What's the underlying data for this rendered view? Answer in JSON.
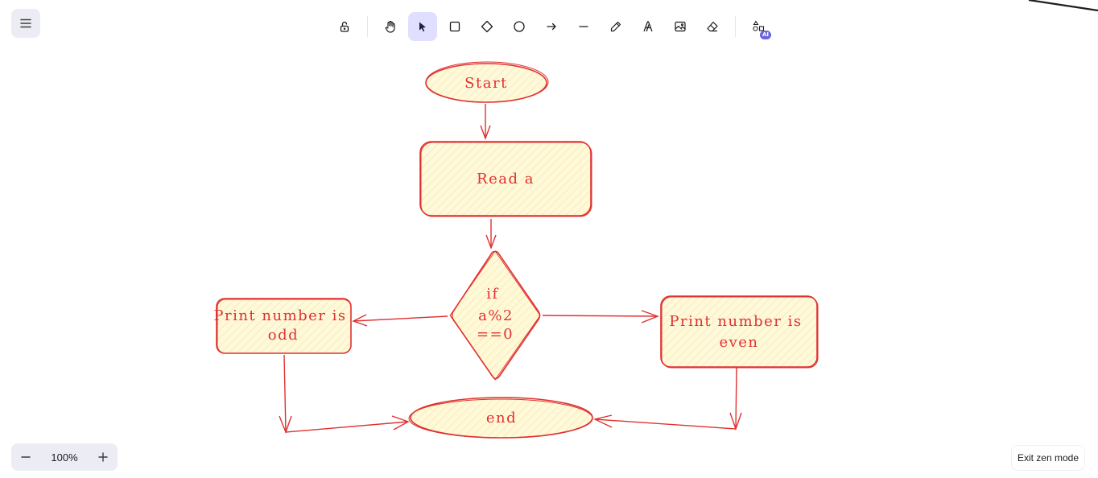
{
  "toolbar": {
    "tools": [
      {
        "name": "lock",
        "icon": "unlock-icon"
      },
      {
        "name": "hand",
        "icon": "hand-icon"
      },
      {
        "name": "selection",
        "icon": "pointer-icon",
        "active": true
      },
      {
        "name": "rectangle",
        "icon": "square-icon"
      },
      {
        "name": "diamond",
        "icon": "diamond-icon"
      },
      {
        "name": "ellipse",
        "icon": "circle-icon"
      },
      {
        "name": "arrow",
        "icon": "arrow-icon"
      },
      {
        "name": "line",
        "icon": "line-icon"
      },
      {
        "name": "draw",
        "icon": "pencil-icon"
      },
      {
        "name": "text",
        "icon": "text-icon"
      },
      {
        "name": "image",
        "icon": "image-icon"
      },
      {
        "name": "eraser",
        "icon": "eraser-icon"
      },
      {
        "name": "extra-tools",
        "icon": "shapes-icon"
      }
    ],
    "ai_badge": "AI"
  },
  "flowchart": {
    "start": "Start",
    "read": "Read a",
    "decision_line1": "if",
    "decision_line2": "a%2",
    "decision_line3": "==0",
    "odd_line1": "Print number is",
    "odd_line2": "odd",
    "even_line1": "Print number is",
    "even_line2": "even",
    "end": "end"
  },
  "zoom": {
    "value": "100%",
    "minus": "−",
    "plus": "+"
  },
  "footer": {
    "exit_zen_label": "Exit zen mode"
  },
  "colors": {
    "stroke": "#e03131",
    "fill": "#fff3bf",
    "accent": "#6965db",
    "active_tool": "#e0dfff"
  }
}
